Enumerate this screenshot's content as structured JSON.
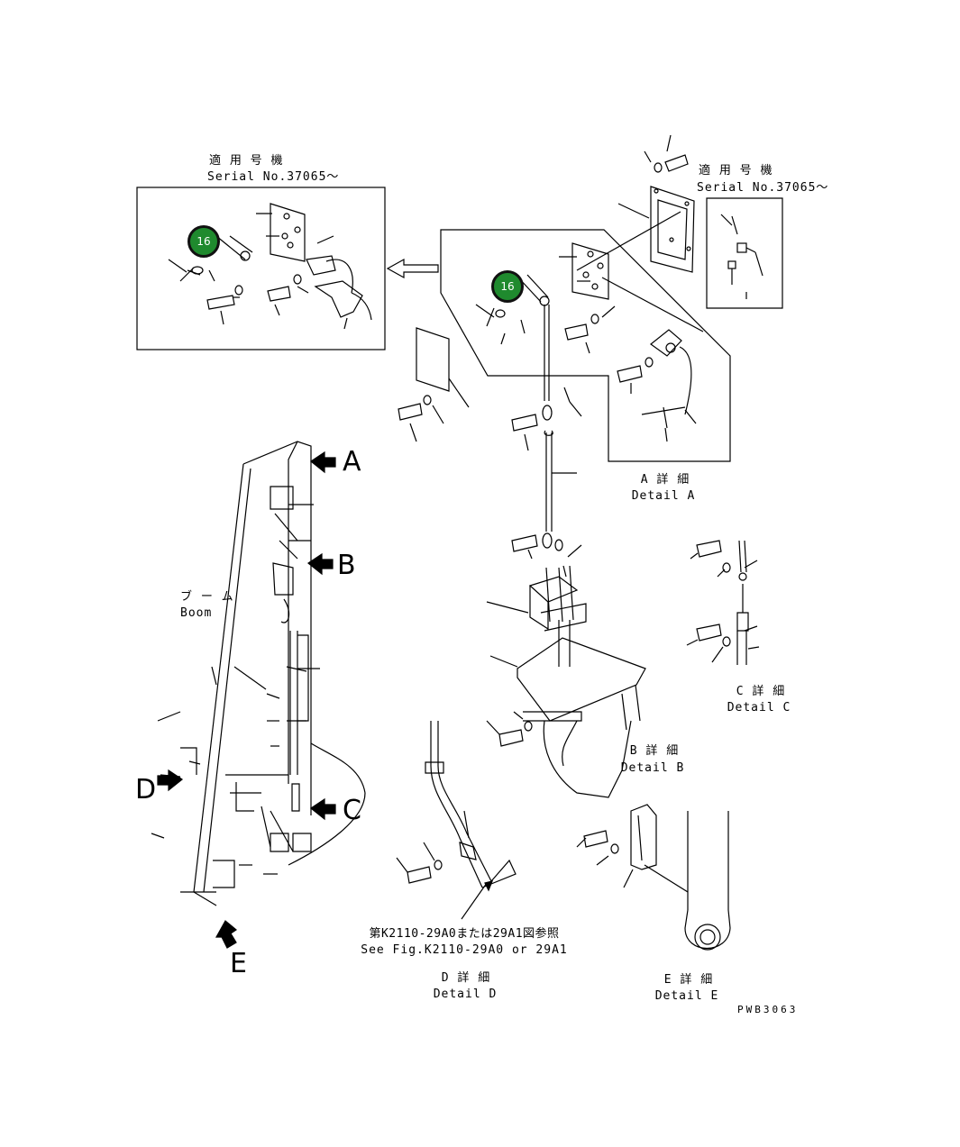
{
  "callout": {
    "number": "16",
    "fill": "#1f8a2e"
  },
  "top_left_note": {
    "jp": "適 用 号 機",
    "en": "Serial No.37065～"
  },
  "top_right_note": {
    "jp": "適 用 号 機",
    "en": "Serial No.37065～"
  },
  "boom": {
    "jp": "ブ ー ム",
    "en": "Boom"
  },
  "view_letters": {
    "a": "A",
    "b": "B",
    "c": "C",
    "d": "D",
    "e": "E"
  },
  "details": {
    "a": {
      "jp": "A 詳 細",
      "en": "Detail A"
    },
    "b": {
      "jp": "B 詳 細",
      "en": "Detail B"
    },
    "c": {
      "jp": "C 詳 細",
      "en": "Detail C"
    },
    "d": {
      "jp": "D 詳 細",
      "en": "Detail D"
    },
    "e": {
      "jp": "E 詳 細",
      "en": "Detail E"
    }
  },
  "reference": {
    "jp": "第K2110-29A0または29A1図参照",
    "en": "See Fig.K2110-29A0 or 29A1"
  },
  "drawing_code": "PWB3063"
}
